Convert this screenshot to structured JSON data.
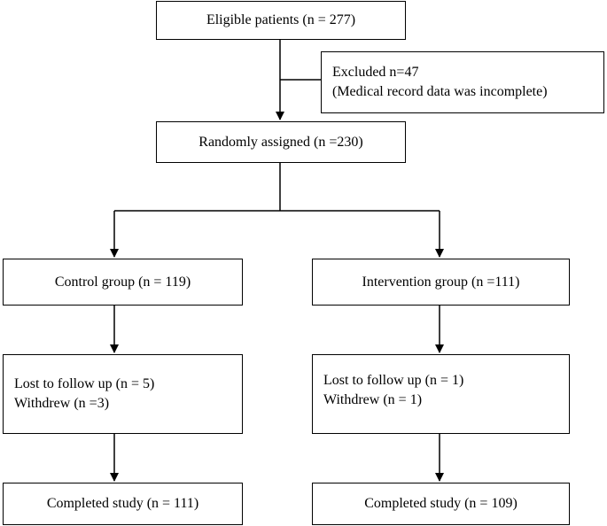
{
  "boxes": {
    "eligible": "Eligible patients (n = 277)",
    "excluded_line1": "Excluded n=47",
    "excluded_line2": "(Medical record data was incomplete)",
    "randomized": "Randomly assigned (n =230)",
    "control": "Control group (n = 119)",
    "intervention": "Intervention group (n =111)",
    "control_lost_line1": "Lost to follow up (n = 5)",
    "control_lost_line2": "Withdrew (n =3)",
    "intervention_lost_line1": "Lost to follow up (n = 1)",
    "intervention_lost_line2": "Withdrew (n = 1)",
    "control_completed": "Completed study (n = 111)",
    "intervention_completed": "Completed study (n = 109)"
  },
  "colors": {
    "stroke": "#000000",
    "background": "#ffffff"
  }
}
